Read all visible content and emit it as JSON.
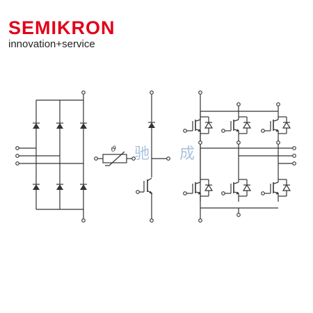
{
  "brand": {
    "logo_text": "SEMIKRON",
    "tagline": "innovation+service",
    "color": "#e2001a"
  },
  "diagram": {
    "thermistor_symbol": "ϑ",
    "line_color": "#333333"
  },
  "watermark": {
    "text": "驰 成"
  }
}
